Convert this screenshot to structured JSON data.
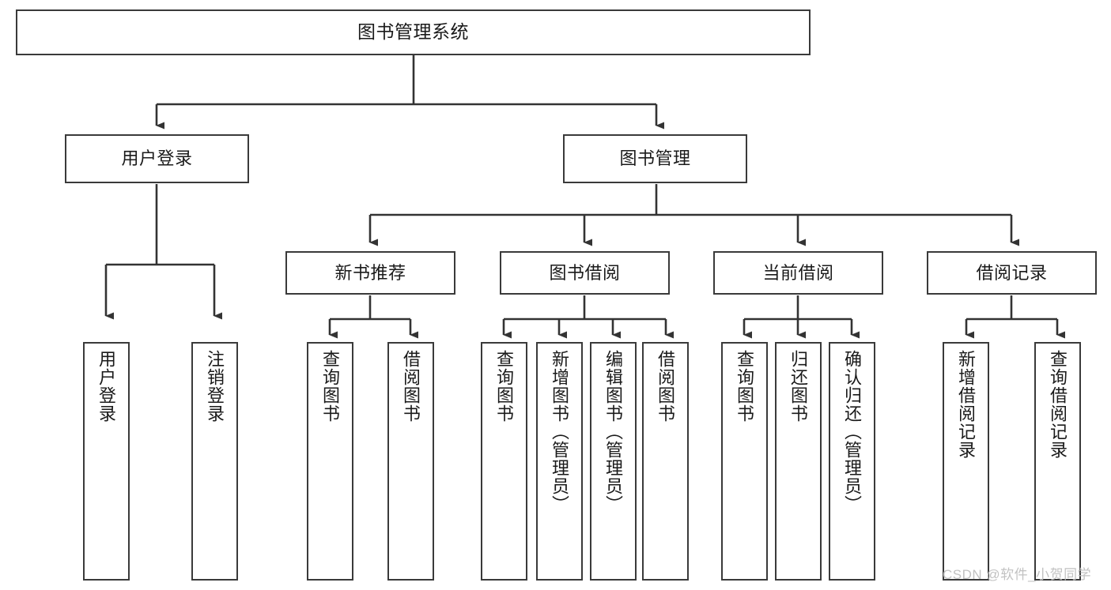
{
  "diagram": {
    "title": "图书管理系统",
    "type": "tree-hierarchy-diagram",
    "watermark": "CSDN @软件_小贺同学",
    "colors": {
      "background": "#ffffff",
      "box_border": "#3a3a3a",
      "connector": "#333333",
      "text": "#1a1a1a",
      "watermark": "#c2c2c2"
    },
    "nodes": {
      "root": {
        "label": "图书管理系统",
        "level": 1
      },
      "level2": [
        {
          "id": "user-login",
          "label": "用户登录"
        },
        {
          "id": "book-manage",
          "label": "图书管理"
        }
      ],
      "level3": [
        {
          "id": "new-book-recommend",
          "label": "新书推荐",
          "parent": "book-manage"
        },
        {
          "id": "book-borrow",
          "label": "图书借阅",
          "parent": "book-manage"
        },
        {
          "id": "current-borrow",
          "label": "当前借阅",
          "parent": "book-manage"
        },
        {
          "id": "borrow-record",
          "label": "借阅记录",
          "parent": "book-manage"
        }
      ],
      "leaves": [
        {
          "id": "leaf-user-login",
          "label": "用户登录",
          "parent": "user-login"
        },
        {
          "id": "leaf-logout-login",
          "label": "注销登录",
          "parent": "user-login"
        },
        {
          "id": "leaf-query-book-1",
          "label": "查询图书",
          "parent": "new-book-recommend"
        },
        {
          "id": "leaf-borrow-book-1",
          "label": "借阅图书",
          "parent": "new-book-recommend"
        },
        {
          "id": "leaf-query-book-2",
          "label": "查询图书",
          "parent": "book-borrow"
        },
        {
          "id": "leaf-add-book",
          "label": "新增图书（管理员）",
          "parent": "book-borrow"
        },
        {
          "id": "leaf-edit-book",
          "label": "编辑图书（管理员）",
          "parent": "book-borrow"
        },
        {
          "id": "leaf-borrow-book-2",
          "label": "借阅图书",
          "parent": "book-borrow"
        },
        {
          "id": "leaf-query-book-3",
          "label": "查询图书",
          "parent": "current-borrow"
        },
        {
          "id": "leaf-return-book",
          "label": "归还图书",
          "parent": "current-borrow"
        },
        {
          "id": "leaf-confirm-return",
          "label": "确认归还（管理员）",
          "parent": "current-borrow"
        },
        {
          "id": "leaf-add-record",
          "label": "新增借阅记录",
          "parent": "borrow-record"
        },
        {
          "id": "leaf-query-record",
          "label": "查询借阅记录",
          "parent": "borrow-record"
        }
      ]
    }
  }
}
